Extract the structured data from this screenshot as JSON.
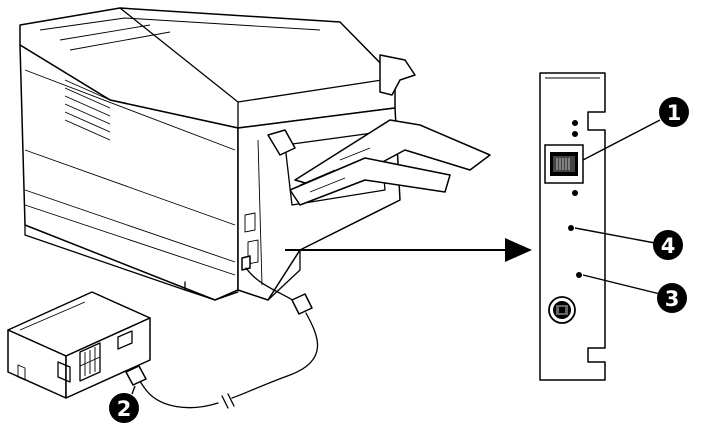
{
  "callouts": [
    {
      "id": "c1",
      "label": "1"
    },
    {
      "id": "c2",
      "label": "2"
    },
    {
      "id": "c3",
      "label": "3"
    },
    {
      "id": "c4",
      "label": "4"
    }
  ],
  "colors": {
    "ink": "#000000",
    "paper": "#ffffff",
    "shade": "#bfbfbf"
  }
}
